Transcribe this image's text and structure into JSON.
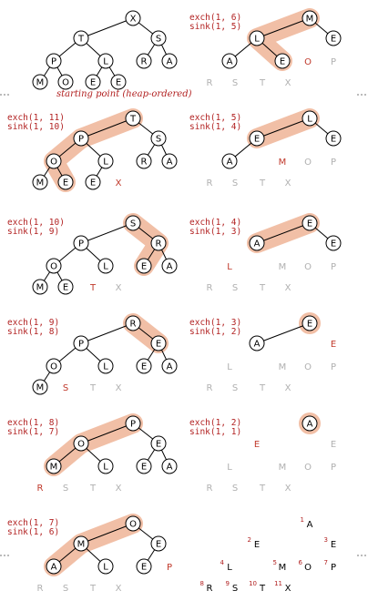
{
  "caption": "starting point (heap-ordered)",
  "colors": {
    "highlight": "#f1bfa6",
    "active": "#c0392b",
    "inactive": "#b0b0b0",
    "node_stroke": "#000000",
    "label": "#b22222"
  },
  "panels": [
    {
      "id": "p0",
      "labels": [],
      "caption": true,
      "nodes": [
        {
          "i": 1,
          "key": "X"
        },
        {
          "i": 2,
          "key": "T"
        },
        {
          "i": 3,
          "key": "S"
        },
        {
          "i": 4,
          "key": "P"
        },
        {
          "i": 5,
          "key": "L"
        },
        {
          "i": 6,
          "key": "R"
        },
        {
          "i": 7,
          "key": "A"
        },
        {
          "i": 8,
          "key": "M"
        },
        {
          "i": 9,
          "key": "O"
        },
        {
          "i": 10,
          "key": "E"
        },
        {
          "i": 11,
          "key": "E"
        }
      ],
      "highlight_path": [],
      "sorted": []
    },
    {
      "id": "p1",
      "labels": [
        "exch(1, 11)",
        "sink(1, 10)"
      ],
      "nodes": [
        {
          "i": 1,
          "key": "T"
        },
        {
          "i": 2,
          "key": "P"
        },
        {
          "i": 3,
          "key": "S"
        },
        {
          "i": 4,
          "key": "O"
        },
        {
          "i": 5,
          "key": "L"
        },
        {
          "i": 6,
          "key": "R"
        },
        {
          "i": 7,
          "key": "A"
        },
        {
          "i": 8,
          "key": "M"
        },
        {
          "i": 9,
          "key": "E"
        },
        {
          "i": 10,
          "key": "E"
        }
      ],
      "highlight_path": [
        1,
        2,
        4,
        9
      ],
      "sorted": [
        {
          "i": 11,
          "key": "X",
          "state": "active"
        }
      ]
    },
    {
      "id": "p2",
      "labels": [
        "exch(1, 10)",
        "sink(1, 9)"
      ],
      "nodes": [
        {
          "i": 1,
          "key": "S"
        },
        {
          "i": 2,
          "key": "P"
        },
        {
          "i": 3,
          "key": "R"
        },
        {
          "i": 4,
          "key": "O"
        },
        {
          "i": 5,
          "key": "L"
        },
        {
          "i": 6,
          "key": "E"
        },
        {
          "i": 7,
          "key": "A"
        },
        {
          "i": 8,
          "key": "M"
        },
        {
          "i": 9,
          "key": "E"
        }
      ],
      "highlight_path": [
        1,
        3,
        6
      ],
      "sorted": [
        {
          "i": 10,
          "key": "T",
          "state": "active"
        },
        {
          "i": 11,
          "key": "X",
          "state": "inactive"
        }
      ]
    },
    {
      "id": "p3",
      "labels": [
        "exch(1, 9)",
        "sink(1, 8)"
      ],
      "nodes": [
        {
          "i": 1,
          "key": "R"
        },
        {
          "i": 2,
          "key": "P"
        },
        {
          "i": 3,
          "key": "E"
        },
        {
          "i": 4,
          "key": "O"
        },
        {
          "i": 5,
          "key": "L"
        },
        {
          "i": 6,
          "key": "E"
        },
        {
          "i": 7,
          "key": "A"
        },
        {
          "i": 8,
          "key": "M"
        }
      ],
      "highlight_path": [
        1,
        3
      ],
      "sorted": [
        {
          "i": 9,
          "key": "S",
          "state": "active"
        },
        {
          "i": 10,
          "key": "T",
          "state": "inactive"
        },
        {
          "i": 11,
          "key": "X",
          "state": "inactive"
        }
      ]
    },
    {
      "id": "p4",
      "labels": [
        "exch(1, 8)",
        "sink(1, 7)"
      ],
      "nodes": [
        {
          "i": 1,
          "key": "P"
        },
        {
          "i": 2,
          "key": "O"
        },
        {
          "i": 3,
          "key": "E"
        },
        {
          "i": 4,
          "key": "M"
        },
        {
          "i": 5,
          "key": "L"
        },
        {
          "i": 6,
          "key": "E"
        },
        {
          "i": 7,
          "key": "A"
        }
      ],
      "highlight_path": [
        1,
        2,
        4
      ],
      "sorted": [
        {
          "i": 8,
          "key": "R",
          "state": "active"
        },
        {
          "i": 9,
          "key": "S",
          "state": "inactive"
        },
        {
          "i": 10,
          "key": "T",
          "state": "inactive"
        },
        {
          "i": 11,
          "key": "X",
          "state": "inactive"
        }
      ]
    },
    {
      "id": "p5",
      "labels": [
        "exch(1, 7)",
        "sink(1, 6)"
      ],
      "nodes": [
        {
          "i": 1,
          "key": "O"
        },
        {
          "i": 2,
          "key": "M"
        },
        {
          "i": 3,
          "key": "E"
        },
        {
          "i": 4,
          "key": "A"
        },
        {
          "i": 5,
          "key": "L"
        },
        {
          "i": 6,
          "key": "E"
        }
      ],
      "highlight_path": [
        1,
        2,
        4
      ],
      "sorted": [
        {
          "i": 7,
          "key": "P",
          "state": "active"
        },
        {
          "i": 8,
          "key": "R",
          "state": "inactive"
        },
        {
          "i": 9,
          "key": "S",
          "state": "inactive"
        },
        {
          "i": 10,
          "key": "T",
          "state": "inactive"
        },
        {
          "i": 11,
          "key": "X",
          "state": "inactive"
        }
      ]
    },
    {
      "id": "p6",
      "labels": [
        "exch(1, 6)",
        "sink(1, 5)"
      ],
      "nodes": [
        {
          "i": 1,
          "key": "M"
        },
        {
          "i": 2,
          "key": "L"
        },
        {
          "i": 3,
          "key": "E"
        },
        {
          "i": 4,
          "key": "A"
        },
        {
          "i": 5,
          "key": "E"
        }
      ],
      "highlight_path": [
        1,
        2,
        5
      ],
      "sorted": [
        {
          "i": 6,
          "key": "O",
          "state": "active"
        },
        {
          "i": 7,
          "key": "P",
          "state": "inactive"
        },
        {
          "i": 8,
          "key": "R",
          "state": "inactive"
        },
        {
          "i": 9,
          "key": "S",
          "state": "inactive"
        },
        {
          "i": 10,
          "key": "T",
          "state": "inactive"
        },
        {
          "i": 11,
          "key": "X",
          "state": "inactive"
        }
      ]
    },
    {
      "id": "p7",
      "labels": [
        "exch(1, 5)",
        "sink(1, 4)"
      ],
      "nodes": [
        {
          "i": 1,
          "key": "L"
        },
        {
          "i": 2,
          "key": "E"
        },
        {
          "i": 3,
          "key": "E"
        },
        {
          "i": 4,
          "key": "A"
        }
      ],
      "highlight_path": [
        1,
        2
      ],
      "sorted": [
        {
          "i": 5,
          "key": "M",
          "state": "active"
        },
        {
          "i": 6,
          "key": "O",
          "state": "inactive"
        },
        {
          "i": 7,
          "key": "P",
          "state": "inactive"
        },
        {
          "i": 8,
          "key": "R",
          "state": "inactive"
        },
        {
          "i": 9,
          "key": "S",
          "state": "inactive"
        },
        {
          "i": 10,
          "key": "T",
          "state": "inactive"
        },
        {
          "i": 11,
          "key": "X",
          "state": "inactive"
        }
      ]
    },
    {
      "id": "p8",
      "labels": [
        "exch(1, 4)",
        "sink(1, 3)"
      ],
      "nodes": [
        {
          "i": 1,
          "key": "E"
        },
        {
          "i": 2,
          "key": "A"
        },
        {
          "i": 3,
          "key": "E"
        }
      ],
      "highlight_path": [
        1,
        2
      ],
      "sorted": [
        {
          "i": 4,
          "key": "L",
          "state": "active"
        },
        {
          "i": 5,
          "key": "M",
          "state": "inactive"
        },
        {
          "i": 6,
          "key": "O",
          "state": "inactive"
        },
        {
          "i": 7,
          "key": "P",
          "state": "inactive"
        },
        {
          "i": 8,
          "key": "R",
          "state": "inactive"
        },
        {
          "i": 9,
          "key": "S",
          "state": "inactive"
        },
        {
          "i": 10,
          "key": "T",
          "state": "inactive"
        },
        {
          "i": 11,
          "key": "X",
          "state": "inactive"
        }
      ]
    },
    {
      "id": "p9",
      "labels": [
        "exch(1, 3)",
        "sink(1, 2)"
      ],
      "nodes": [
        {
          "i": 1,
          "key": "E"
        },
        {
          "i": 2,
          "key": "A"
        }
      ],
      "highlight_path": [
        1
      ],
      "sorted": [
        {
          "i": 3,
          "key": "E",
          "state": "active"
        },
        {
          "i": 4,
          "key": "L",
          "state": "inactive"
        },
        {
          "i": 5,
          "key": "M",
          "state": "inactive"
        },
        {
          "i": 6,
          "key": "O",
          "state": "inactive"
        },
        {
          "i": 7,
          "key": "P",
          "state": "inactive"
        },
        {
          "i": 8,
          "key": "R",
          "state": "inactive"
        },
        {
          "i": 9,
          "key": "S",
          "state": "inactive"
        },
        {
          "i": 10,
          "key": "T",
          "state": "inactive"
        },
        {
          "i": 11,
          "key": "X",
          "state": "inactive"
        }
      ]
    },
    {
      "id": "p10",
      "labels": [
        "exch(1, 2)",
        "sink(1, 1)"
      ],
      "nodes": [
        {
          "i": 1,
          "key": "A"
        }
      ],
      "highlight_path": [
        1
      ],
      "sorted": [
        {
          "i": 2,
          "key": "E",
          "state": "active"
        },
        {
          "i": 3,
          "key": "E",
          "state": "inactive"
        },
        {
          "i": 4,
          "key": "L",
          "state": "inactive"
        },
        {
          "i": 5,
          "key": "M",
          "state": "inactive"
        },
        {
          "i": 6,
          "key": "O",
          "state": "inactive"
        },
        {
          "i": 7,
          "key": "P",
          "state": "inactive"
        },
        {
          "i": 8,
          "key": "R",
          "state": "inactive"
        },
        {
          "i": 9,
          "key": "S",
          "state": "inactive"
        },
        {
          "i": 10,
          "key": "T",
          "state": "inactive"
        },
        {
          "i": 11,
          "key": "X",
          "state": "inactive"
        }
      ]
    },
    {
      "id": "p11",
      "labels": [],
      "final": true,
      "nodes": [],
      "highlight_path": [],
      "sorted": [
        {
          "i": 1,
          "key": "A"
        },
        {
          "i": 2,
          "key": "E"
        },
        {
          "i": 3,
          "key": "E"
        },
        {
          "i": 4,
          "key": "L"
        },
        {
          "i": 5,
          "key": "M"
        },
        {
          "i": 6,
          "key": "O"
        },
        {
          "i": 7,
          "key": "P"
        },
        {
          "i": 8,
          "key": "R"
        },
        {
          "i": 9,
          "key": "S"
        },
        {
          "i": 10,
          "key": "T"
        },
        {
          "i": 11,
          "key": "X"
        }
      ]
    }
  ]
}
